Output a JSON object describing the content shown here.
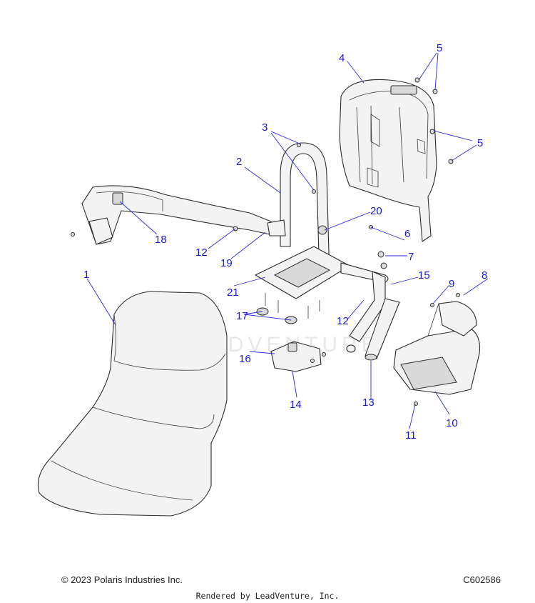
{
  "diagram": {
    "watermark": "LEADVENTURE",
    "callouts": [
      "1",
      "2",
      "3",
      "4",
      "5",
      "5",
      "6",
      "7",
      "8",
      "9",
      "10",
      "11",
      "12",
      "12",
      "13",
      "14",
      "15",
      "16",
      "17",
      "18",
      "19",
      "20",
      "21"
    ]
  },
  "footer": {
    "copyright": "© 2023 Polaris Industries Inc.",
    "diagram_code": "C602586",
    "rendered_by": "Rendered by LeadVenture, Inc."
  }
}
